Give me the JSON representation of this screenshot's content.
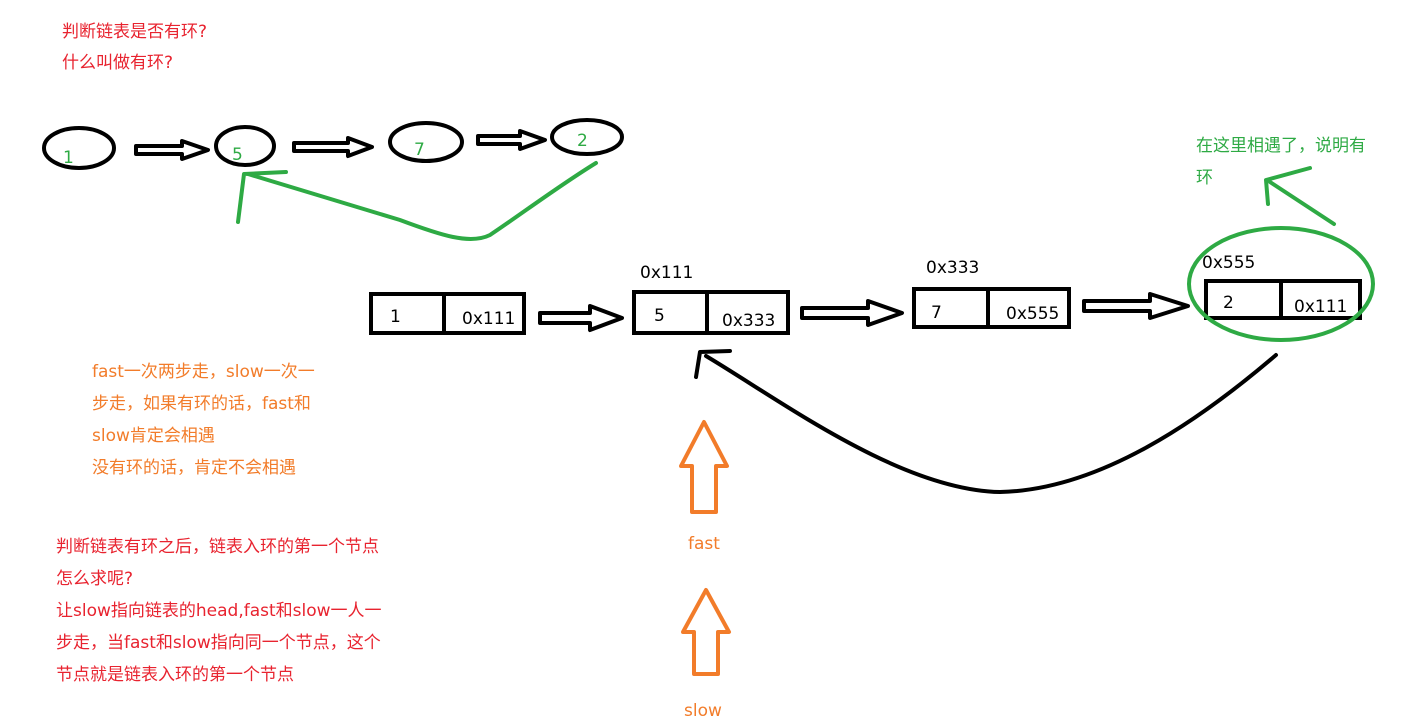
{
  "top_question": {
    "line1": "判断链表是否有环?",
    "line2": "什么叫做有环?"
  },
  "circle_nodes": [
    "1",
    "5",
    "7",
    "2"
  ],
  "boxed_nodes": [
    {
      "value": "1",
      "next": "0x111",
      "addr": ""
    },
    {
      "value": "5",
      "next": "0x333",
      "addr": "0x111"
    },
    {
      "value": "7",
      "next": "0x555",
      "addr": "0x333"
    },
    {
      "value": "2",
      "next": "0x111",
      "addr": "0x555"
    }
  ],
  "meet_note": {
    "line1": "在这里相遇了，说明有",
    "line2": "环"
  },
  "fast_slow_note": {
    "line1": "fast一次两步走，slow一次一",
    "line2": "步走，如果有环的话，fast和",
    "line3": "slow肯定会相遇",
    "line4": "没有环的话，肯定不会相遇"
  },
  "entry_note": {
    "line1": "判断链表有环之后，链表入环的第一个节点",
    "line2": "怎么求呢?",
    "line3": "让slow指向链表的head,fast和slow一人一",
    "line4": "步走，当fast和slow指向同一个节点，这个",
    "line5": "节点就是链表入环的第一个节点"
  },
  "pointers": {
    "fast": "fast",
    "slow": "slow"
  },
  "colors": {
    "red": "#e8232f",
    "orange": "#f27c2a",
    "green": "#2eaa44",
    "black": "#000000"
  }
}
